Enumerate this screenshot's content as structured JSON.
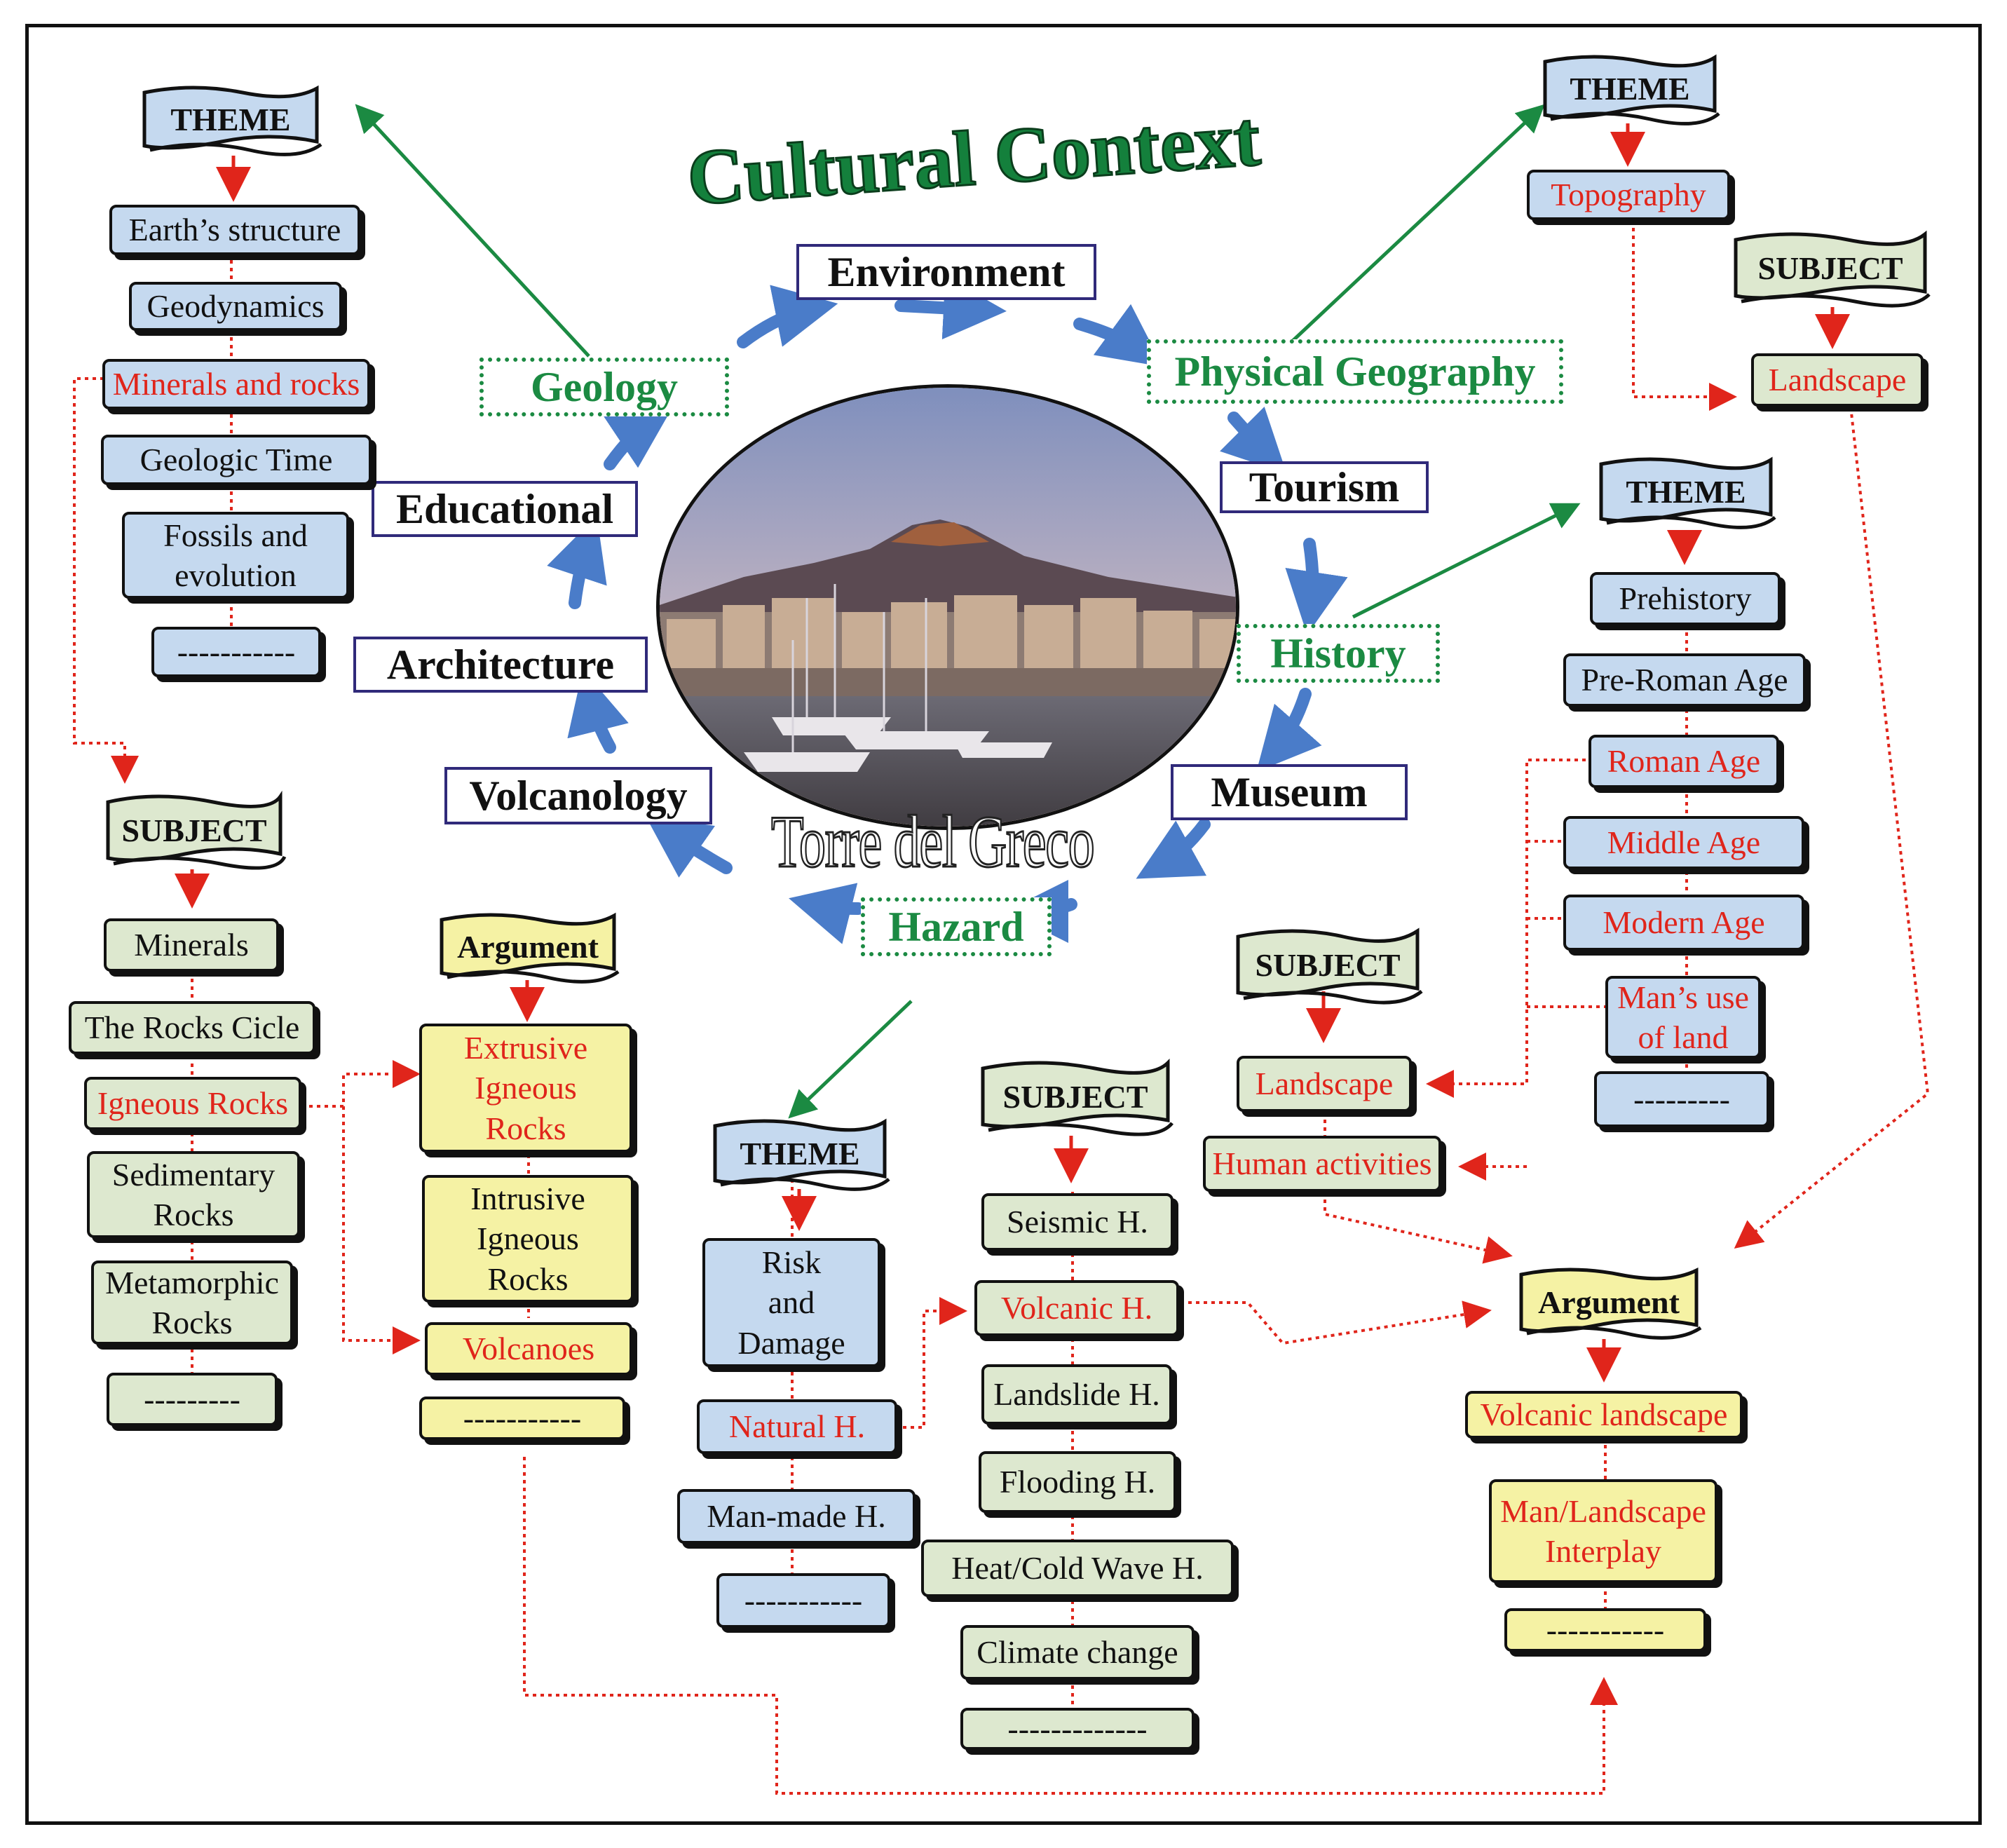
{
  "title": "Cultural Context",
  "center": {
    "caption": "Torre del Greco"
  },
  "hub": {
    "environment": "Environment",
    "physical_geography": "Physical Geography",
    "tourism": "Tourism",
    "history": "History",
    "museum": "Museum",
    "hazard": "Hazard",
    "volcanology": "Volcanology",
    "architecture": "Architecture",
    "educational": "Educational",
    "geology": "Geology"
  },
  "geology_branch": {
    "theme_tag": "THEME",
    "themes": [
      "Earth’s structure",
      "Geodynamics",
      "Minerals and rocks",
      "Geologic Time",
      "Fossils and\nevolution",
      "-----------"
    ],
    "subject_tag": "SUBJECT",
    "subjects": [
      "Minerals",
      "The Rocks Cicle",
      "Igneous Rocks",
      "Sedimentary\nRocks",
      "Metamorphic\nRocks",
      "---------"
    ],
    "argument_tag": "Argument",
    "arguments": [
      "Extrusive\nIgneous\nRocks",
      "Intrusive\nIgneous\nRocks",
      "Volcanoes",
      "-----------"
    ]
  },
  "geography_branch": {
    "theme_tag": "THEME",
    "themes": [
      "Topography"
    ],
    "subject_tag": "SUBJECT",
    "subjects": [
      "Landscape"
    ]
  },
  "history_branch": {
    "theme_tag": "THEME",
    "themes": [
      "Prehistory",
      "Pre-Roman Age",
      "Roman Age",
      "Middle Age",
      "Modern Age",
      "Man’s use\nof land",
      "---------"
    ],
    "subject_tag": "SUBJECT",
    "subjects": [
      "Landscape",
      "Human activities"
    ]
  },
  "hazard_branch": {
    "theme_tag": "THEME",
    "themes": [
      "Risk\nand\nDamage",
      "Natural H.",
      "Man-made H.",
      "-----------"
    ],
    "subject_tag": "SUBJECT",
    "subjects": [
      "Seismic H.",
      "Volcanic H.",
      "Landslide H.",
      "Flooding H.",
      "Heat/Cold Wave H.",
      "Climate change",
      "-------------"
    ]
  },
  "final_argument": {
    "tag": "Argument",
    "items": [
      "Volcanic landscape",
      "Man/Landscape\nInterplay",
      "-----------"
    ]
  },
  "colors": {
    "theme_blue": "#c5d9ef",
    "subject_green": "#dde8cf",
    "argument_yellow": "#f5f2a4",
    "highlight_red": "#e0251b",
    "link_green": "#1b8a42",
    "cycle_arrow_blue": "#4a7cc9"
  }
}
